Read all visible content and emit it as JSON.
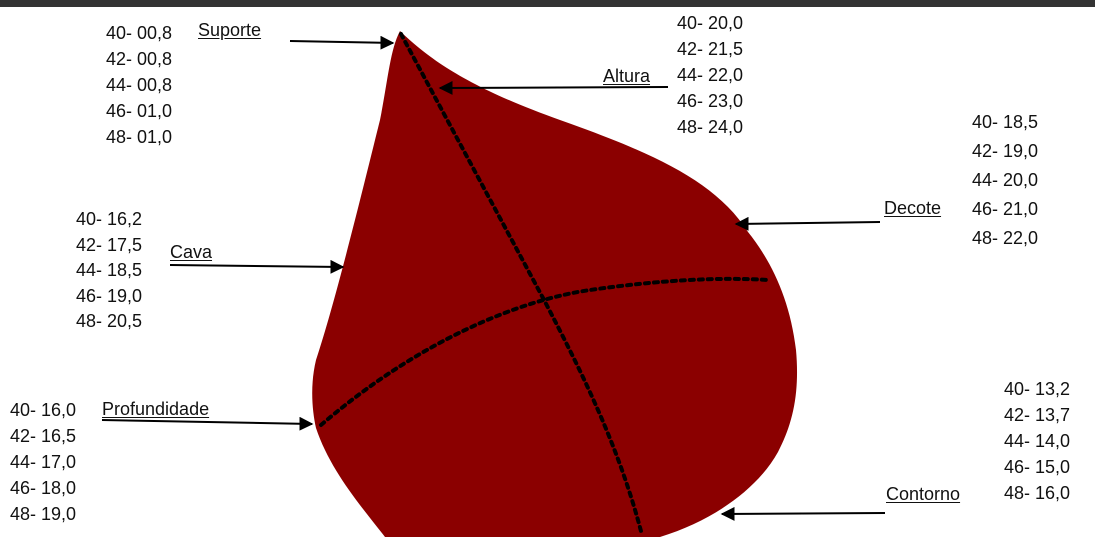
{
  "colors": {
    "shape_fill": "#8b0000",
    "shape_highlight": "#a11212",
    "line": "#000000",
    "top_rule": "#333333"
  },
  "labels": {
    "suporte": "Suporte",
    "altura": "Altura",
    "decote": "Decote",
    "cava": "Cava",
    "profundidade": "Profundidade",
    "contorno": "Contorno"
  },
  "values": {
    "suporte": [
      "40- 00,8",
      "42- 00,8",
      "44- 00,8",
      "46- 01,0",
      "48- 01,0"
    ],
    "altura": [
      "40- 20,0",
      "42- 21,5",
      "44- 22,0",
      "46- 23,0",
      "48- 24,0"
    ],
    "decote": [
      "40- 18,5",
      "42- 19,0",
      "44- 20,0",
      "46- 21,0",
      "48- 22,0"
    ],
    "cava": [
      "40- 16,2",
      "42- 17,5",
      "44- 18,5",
      "46- 19,0",
      "48- 20,5"
    ],
    "profundidade": [
      "40- 16,0",
      "42- 16,5",
      "44- 17,0",
      "46- 18,0",
      "48- 19,0"
    ],
    "contorno": [
      "40- 13,2",
      "42- 13,7",
      "44- 14,0",
      "46- 15,0",
      "48- 16,0"
    ]
  }
}
